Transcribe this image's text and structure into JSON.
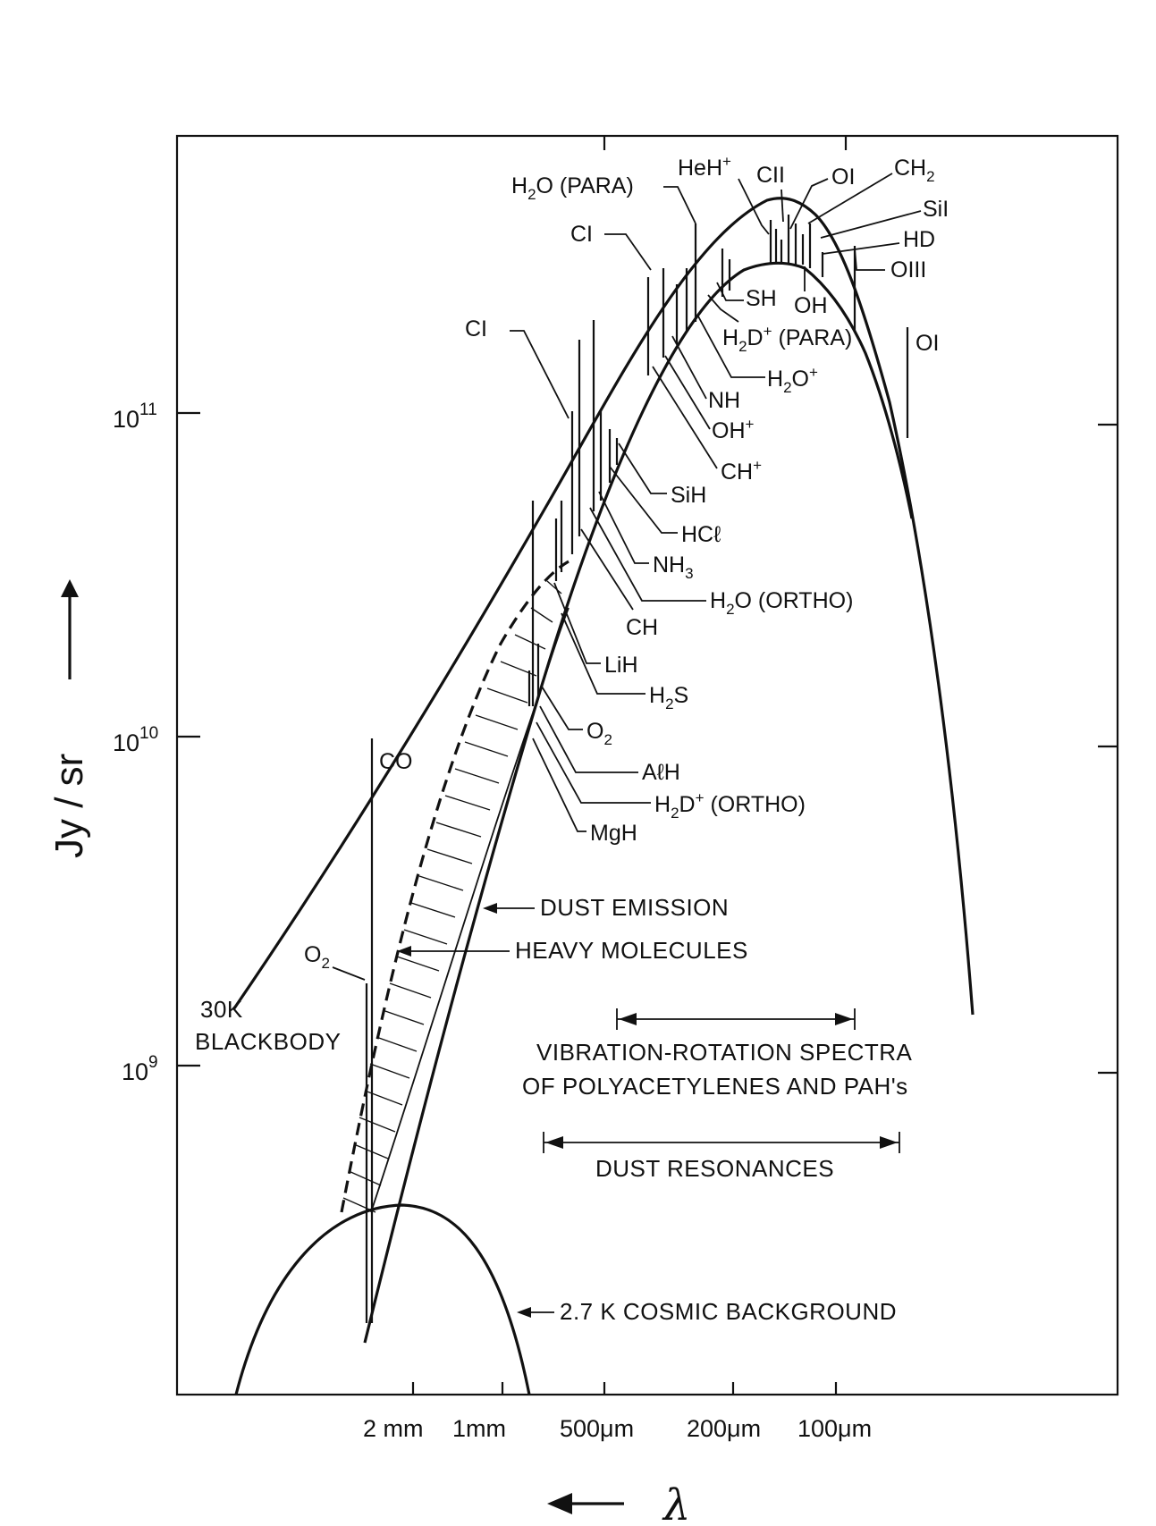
{
  "chart_data": {
    "type": "line",
    "x_axis": {
      "label": "λ",
      "direction_arrow": "left",
      "scale": "log (frequency, wavelength decreasing to the right)",
      "ticks": [
        "2 mm",
        "1mm",
        "500μm",
        "200μm",
        "100μm"
      ]
    },
    "y_axis": {
      "label": "Jy / sr",
      "direction_arrow": "up",
      "scale": "log",
      "ticks": [
        {
          "base": "10",
          "exp": "9"
        },
        {
          "base": "10",
          "exp": "10"
        },
        {
          "base": "10",
          "exp": "11"
        }
      ]
    },
    "series": [
      {
        "name": "30K BLACKBODY",
        "label_lines": [
          "30K",
          "BLACKBODY"
        ]
      },
      {
        "name": "2.7 K COSMIC BACKGROUND"
      },
      {
        "name": "DUST EMISSION"
      },
      {
        "name": "HEAVY MOLECULES"
      }
    ],
    "annotations": {
      "upper_lines": [
        {
          "text": "H",
          "sub": "2",
          "rest": "O (PARA)"
        },
        {
          "text": "HeH",
          "sup": "+"
        },
        {
          "text": "CII"
        },
        {
          "text": "OI"
        },
        {
          "text": "CH",
          "sub": "2"
        },
        {
          "text": "SiI"
        },
        {
          "text": "HD"
        },
        {
          "text": "OIII"
        },
        {
          "text": "CI"
        }
      ],
      "lower_lines": [
        {
          "text": "CI"
        },
        {
          "text": "SH"
        },
        {
          "text": "OH"
        },
        {
          "text": "H",
          "sub": "2",
          "rest": "D",
          "sup": "+",
          "tail": " (PARA)"
        },
        {
          "text": "H",
          "sub": "2",
          "rest": "O",
          "sup": "+"
        },
        {
          "text": "NH"
        },
        {
          "text": "OH",
          "sup": "+"
        },
        {
          "text": "CH",
          "sup": "+"
        },
        {
          "text": "SiH"
        },
        {
          "text": "HCℓ"
        },
        {
          "text": "NH",
          "sub": "3"
        },
        {
          "text": "H",
          "sub": "2",
          "rest": "O (ORTHO)"
        },
        {
          "text": "CH"
        },
        {
          "text": "LiH"
        },
        {
          "text": "H",
          "sub": "2",
          "rest": "S"
        },
        {
          "text": "O",
          "sub": "2"
        },
        {
          "text": "AℓH"
        },
        {
          "text": "H",
          "sub": "2",
          "rest": "D",
          "sup": "+",
          "tail": " (ORTHO)"
        },
        {
          "text": "MgH"
        },
        {
          "text": "CO"
        },
        {
          "text": "O",
          "sub": "2"
        },
        {
          "text": "OI"
        }
      ],
      "ranges": [
        {
          "lines": [
            "VIBRATION-ROTATION SPECTRA",
            "OF POLYACETYLENES AND PAH's"
          ]
        },
        {
          "lines": [
            "DUST RESONANCES"
          ]
        }
      ]
    }
  }
}
